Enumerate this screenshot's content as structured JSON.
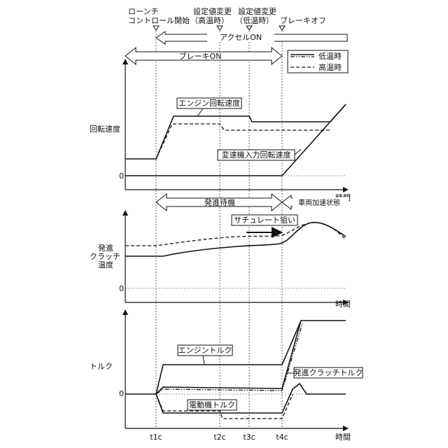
{
  "events": {
    "launch_line1": "ローンチ",
    "launch_line2": "コントロール開始",
    "set_change_high_line1": "設定値変更",
    "set_change_high_line2": "（高温時）",
    "set_change_low_line1": "設定値変更",
    "set_change_low_line2": "（低温時）",
    "brake_off": "ブレーキオフ"
  },
  "bands": {
    "accel_on": "アクセルON",
    "brake_on": "ブレーキON",
    "launch_standby": "発進待機",
    "vehicle_accel": "車両加速状態"
  },
  "legend": {
    "low_temp": "低温時",
    "high_temp": "高温時"
  },
  "panel_speed": {
    "ylabel": "回転速度",
    "zero": "0",
    "xlabel": "時間",
    "engine_label": "エンジン回転速度",
    "input_label": "変速機入力回転速度"
  },
  "panel_clutch": {
    "ylabel_line1": "発進",
    "ylabel_line2": "クラッチ",
    "ylabel_line3": "温度",
    "zero": "0",
    "xlabel": "時間",
    "saturate_label": "サチュレート狙い"
  },
  "panel_torque": {
    "ylabel": "トルク",
    "zero": "0",
    "xlabel": "時間",
    "engine_label": "エンジントルク",
    "clutch_label": "発進クラッチトルク",
    "motor_label": "電動機トルク"
  },
  "time_ticks": [
    "t1c",
    "t2c",
    "t3c",
    "t4c"
  ]
}
